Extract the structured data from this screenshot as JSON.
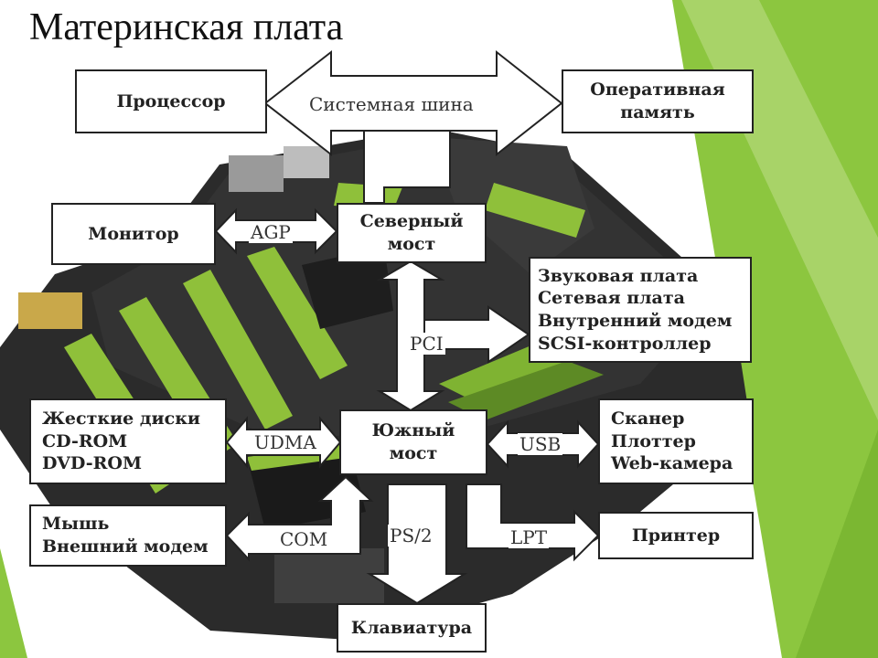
{
  "title": "Материнская плата",
  "boxes": {
    "cpu": [
      "Процессор"
    ],
    "ram": [
      "Оперативная",
      "память"
    ],
    "monitor": [
      "Монитор"
    ],
    "northbridge": [
      "Северный",
      "мост"
    ],
    "pci_devices": [
      "Звуковая плата",
      "Сетевая плата",
      "Внутренний модем",
      "SCSI-контроллер"
    ],
    "drives": [
      "Жесткие диски",
      "CD-ROM",
      "DVD-ROM"
    ],
    "southbridge": [
      "Южный",
      "мост"
    ],
    "usb_devices": [
      "Сканер",
      "Плоттер",
      "Web-камера"
    ],
    "mouse_modem": [
      "Мышь",
      "Внешний модем"
    ],
    "printer": [
      "Принтер"
    ],
    "keyboard": [
      "Клавиатура"
    ]
  },
  "buses": {
    "system": "Системная шина",
    "agp": "AGP",
    "pci": "PCI",
    "udma": "UDMA",
    "usb": "USB",
    "com": "COM",
    "ps2": "PS/2",
    "lpt": "LPT"
  },
  "colors": {
    "slide_green": "#8cc63f",
    "slide_green_light": "#c5e39a",
    "board_dark": "#2b2b2b",
    "slot_green": "#8fc03a"
  }
}
